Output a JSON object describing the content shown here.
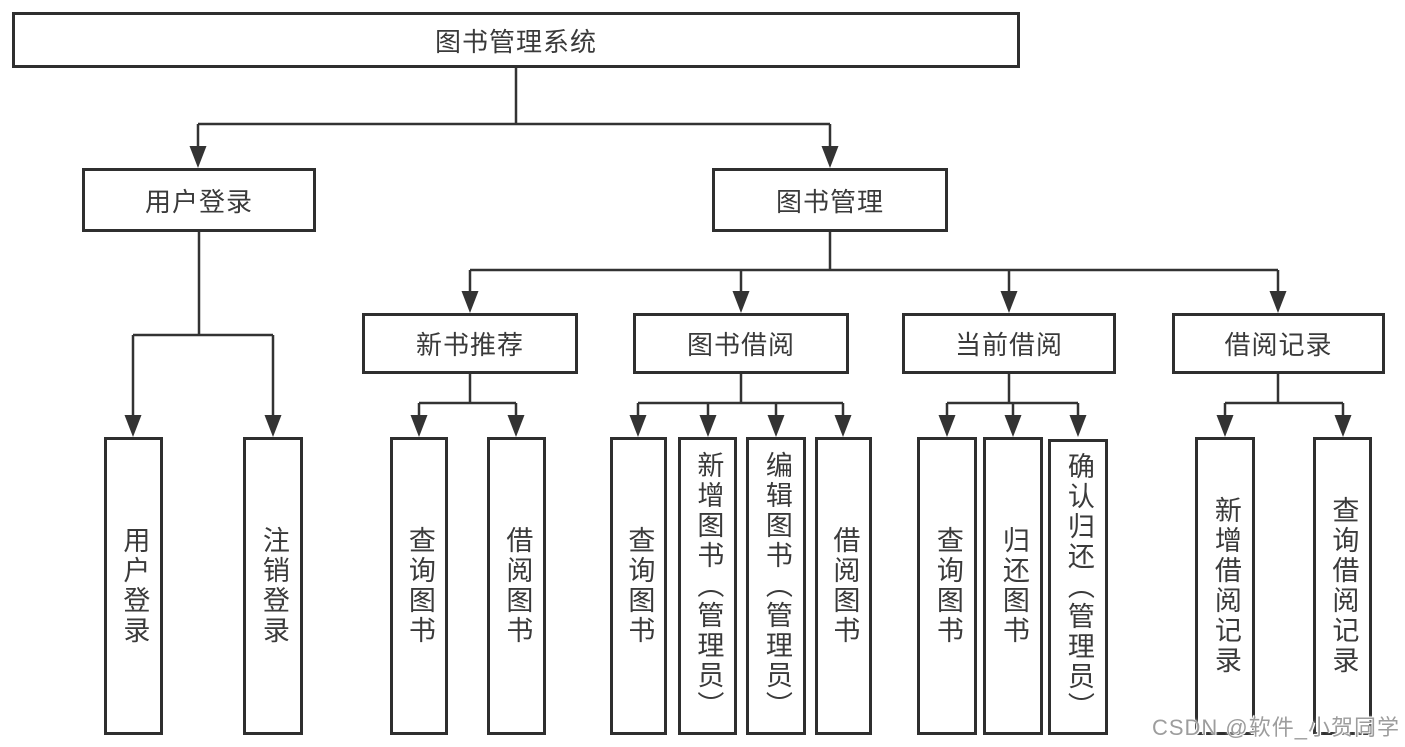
{
  "tree": {
    "label": "图书管理系统",
    "children": [
      {
        "label": "用户登录",
        "children": [
          {
            "label": "用户登录"
          },
          {
            "label": "注销登录"
          }
        ]
      },
      {
        "label": "图书管理",
        "children": [
          {
            "label": "新书推荐",
            "children": [
              {
                "label": "查询图书"
              },
              {
                "label": "借阅图书"
              }
            ]
          },
          {
            "label": "图书借阅",
            "children": [
              {
                "label": "查询图书"
              },
              {
                "label": "新增图书（管理员）"
              },
              {
                "label": "编辑图书（管理员）"
              },
              {
                "label": "借阅图书"
              }
            ]
          },
          {
            "label": "当前借阅",
            "children": [
              {
                "label": "查询图书"
              },
              {
                "label": "归还图书"
              },
              {
                "label": "确认归还（管理员）"
              }
            ]
          },
          {
            "label": "借阅记录",
            "children": [
              {
                "label": "新增借阅记录"
              },
              {
                "label": "查询借阅记录"
              }
            ]
          }
        ]
      }
    ]
  },
  "watermark": {
    "text": "CSDN @软件_小贺同学"
  },
  "colors": {
    "line": "#333333",
    "border": "#2f2f2f",
    "text": "#3a3a3a",
    "background": "#ffffff",
    "watermark": "#9d9d9d"
  }
}
